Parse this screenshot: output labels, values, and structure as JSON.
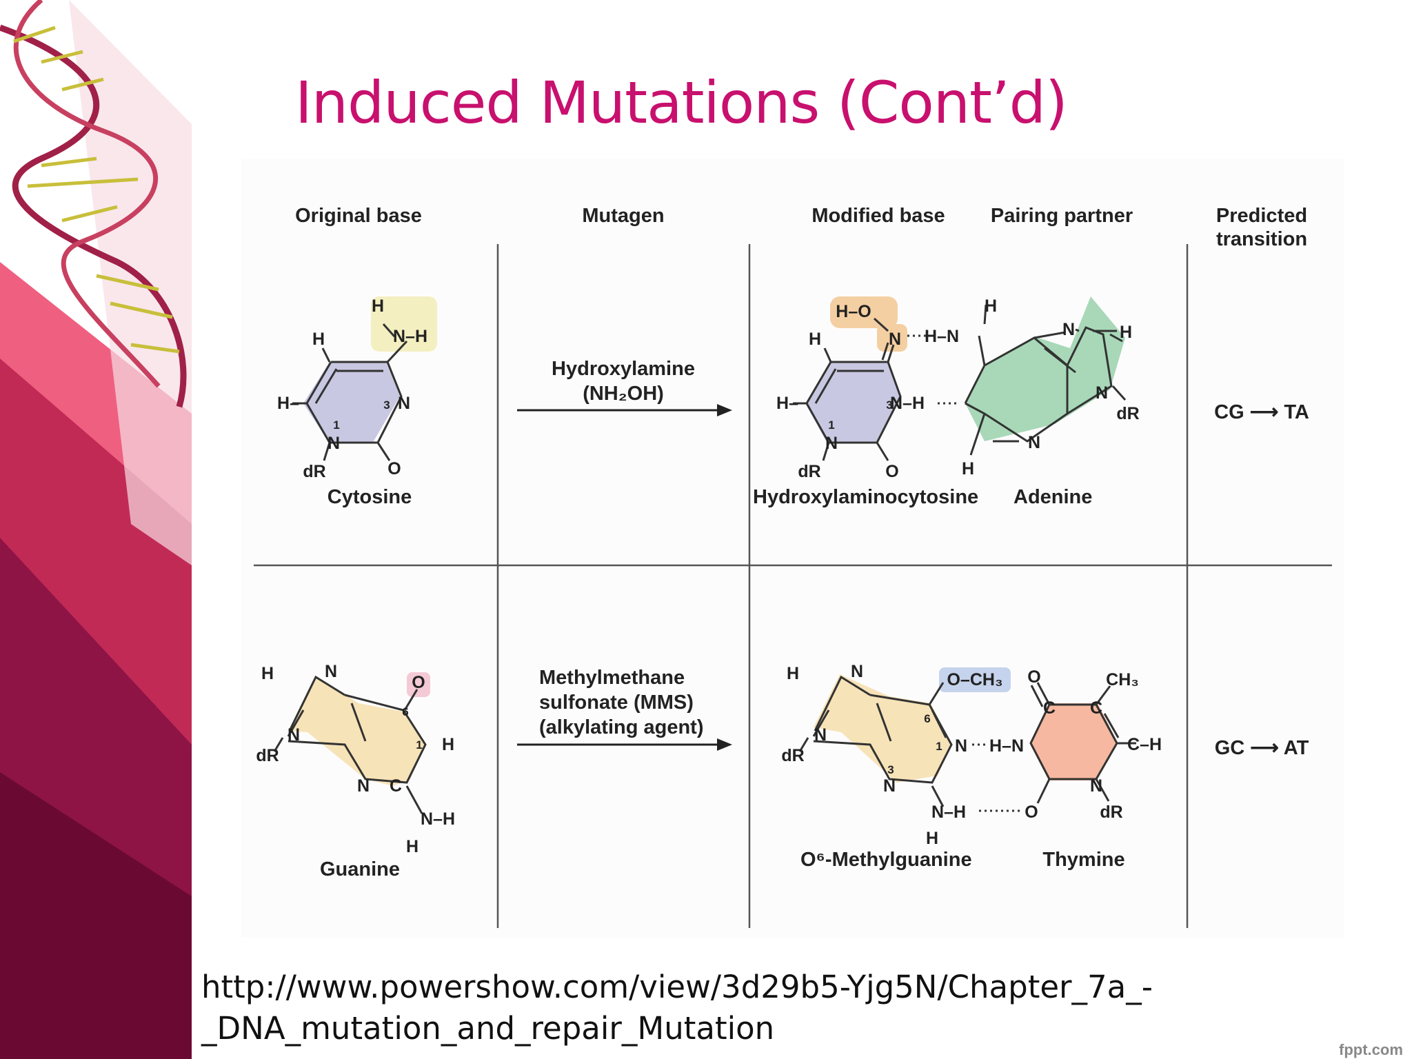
{
  "slide": {
    "title": "Induced Mutations (Cont’d)",
    "source_line1": "http://www.powershow.com/view/3d29b5-Yjg5N/Chapter_7a_-",
    "source_line2": "_DNA_mutation_and_repair_Mutation",
    "watermark": "fppt.com"
  },
  "headers": {
    "original": "Original base",
    "mutagen": "Mutagen",
    "modified": "Modified base",
    "partner": "Pairing partner",
    "transition_1": "Predicted",
    "transition_2": "transition"
  },
  "row1": {
    "original": "Cytosine",
    "mutagen_1": "Hydroxylamine",
    "mutagen_2": "(NH₂OH)",
    "modified": "Hydroxylaminocytosine",
    "partner": "Adenine",
    "transition": "CG ⟶ TA"
  },
  "row2": {
    "original": "Guanine",
    "mutagen_1": "Methylmethane",
    "mutagen_2": "sulfonate (MMS)",
    "mutagen_3": "(alkylating agent)",
    "modified": "O⁶-Methylguanine",
    "partner": "Thymine",
    "transition": "GC ⟶ AT"
  },
  "colors": {
    "title": "#c8106e",
    "cytosine_fill": "#c8c8e2",
    "adenine_fill": "#a8d8b8",
    "guanine_fill": "#f7e3b8",
    "thymine_fill": "#f6b8a0",
    "highlight_yellow": "#f3efc0",
    "highlight_orange": "#f4cfa2",
    "highlight_pink": "#f4cad6",
    "highlight_blue": "#c6d3ec"
  }
}
